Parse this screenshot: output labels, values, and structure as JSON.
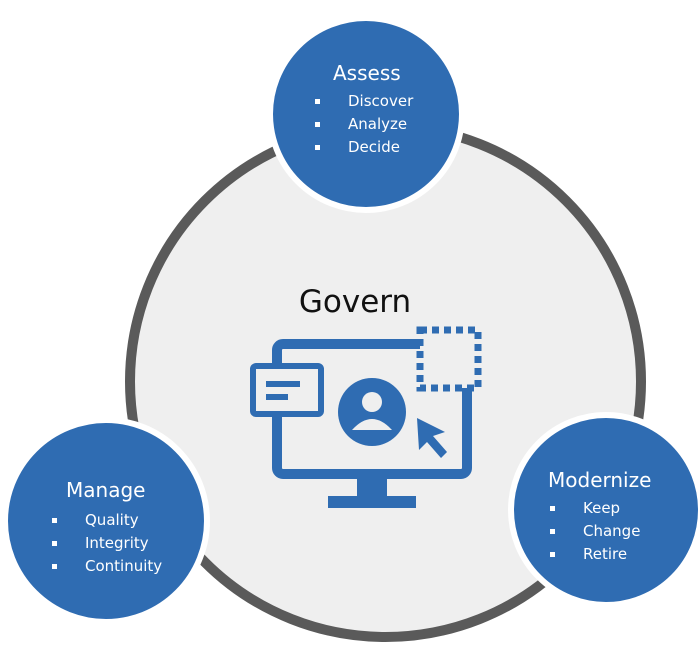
{
  "diagram": {
    "center": {
      "title": "Govern",
      "icon": "computer-monitor-user-icon"
    },
    "nodes": {
      "assess": {
        "title": "Assess",
        "items": [
          "Discover",
          "Analyze",
          "Decide"
        ]
      },
      "manage": {
        "title": "Manage",
        "items": [
          "Quality",
          "Integrity",
          "Continuity"
        ]
      },
      "modernize": {
        "title": "Modernize",
        "items": [
          "Keep",
          "Change",
          "Retire"
        ]
      }
    },
    "colors": {
      "node_fill": "#2f6cb2",
      "ring": "#5a5a5a",
      "center_fill": "#efefef",
      "icon": "#2f6cb2"
    }
  }
}
